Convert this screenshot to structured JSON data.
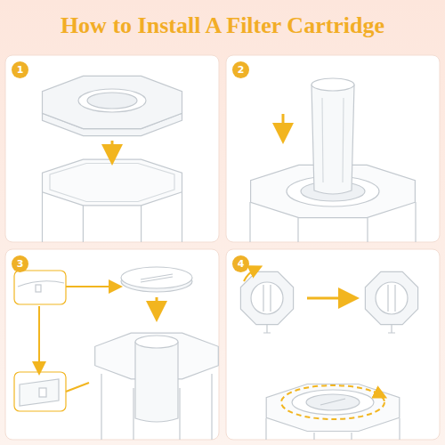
{
  "diagram": {
    "title": "How to Install A Filter Cartridge",
    "nodes": [
      {
        "text": [
          "1"
        ]
      },
      {
        "text": [
          "2"
        ]
      },
      {
        "text": [
          "3"
        ]
      },
      {
        "text": [
          "4"
        ]
      }
    ]
  }
}
